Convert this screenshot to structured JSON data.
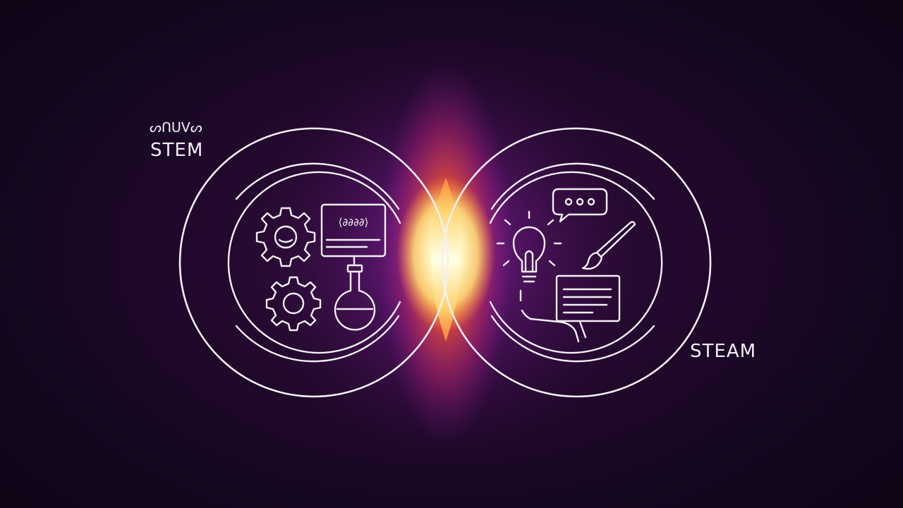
{
  "diagram": {
    "left_circle": {
      "handwritten_label": "ᔕᑎᑌᐯᔕ",
      "label": "STEM",
      "icons": [
        "gear-icon",
        "gear-icon",
        "screen-icon",
        "flask-icon"
      ],
      "screen_text": "⟨∂∂∂∂⟩"
    },
    "right_circle": {
      "label": "STEAM",
      "icons": [
        "speech-bubble-icon",
        "lightbulb-icon",
        "paintbrush-icon",
        "document-icon",
        "hand-icon"
      ]
    },
    "colors": {
      "background": "#150820",
      "line": "#f4f0f6",
      "glow_core": "#fff6c8",
      "glow_mid": "#ff6a2a",
      "glow_outer": "#b02cc8"
    }
  }
}
